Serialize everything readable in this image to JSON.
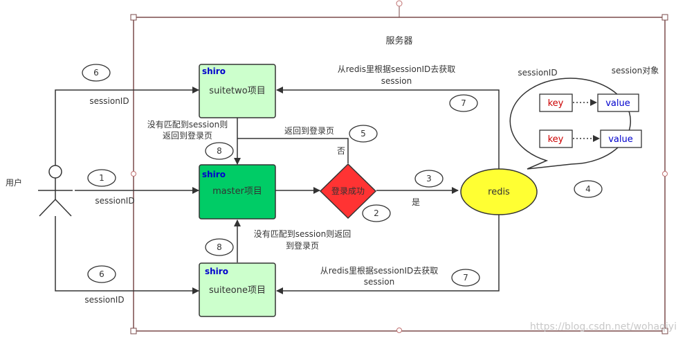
{
  "server_label": "服务器",
  "user_label": "用户",
  "nodes": {
    "suitetwo": {
      "tag": "shiro",
      "label": "suitetwo项目",
      "fill": "#ccffcc"
    },
    "master": {
      "tag": "shiro",
      "label": "master项目",
      "fill": "#00cc66"
    },
    "suiteone": {
      "tag": "shiro",
      "label": "suiteone项目",
      "fill": "#ccffcc"
    },
    "decision": {
      "label": "登录成功",
      "fill": "#ff3333"
    },
    "redis": {
      "label": "redis",
      "fill": "#ffff33"
    }
  },
  "edge_labels": {
    "user_to_suitetwo": "sessionID",
    "user_to_master": "sessionID",
    "user_to_suiteone": "sessionID",
    "redis_to_suitetwo_line1": "从redis里根据sessionID去获取",
    "redis_to_suitetwo_line2": "session",
    "redis_to_suiteone_line1": "从redis里根据sessionID去获取",
    "redis_to_suiteone_line2": "session",
    "suitetwo_to_master_line1": "没有匹配到session则",
    "suitetwo_to_master_line2": "返回到登录页",
    "suiteone_to_master_line1": "没有匹配到session则返回",
    "suiteone_to_master_line2": "到登录页",
    "decision_back_top": "返回到登录页",
    "decision_no": "否",
    "decision_yes": "是"
  },
  "step_numbers": {
    "s6_top": "6",
    "s1": "1",
    "s6_bottom": "6",
    "s8_top": "8",
    "s8_bottom": "8",
    "s5": "5",
    "s2": "2",
    "s3": "3",
    "s7_top": "7",
    "s7_bottom": "7",
    "s4": "4"
  },
  "callout": {
    "title_left": "sessionID",
    "title_right": "session对象",
    "rows": [
      {
        "key": "key",
        "value": "value"
      },
      {
        "key": "key",
        "value": "value"
      }
    ],
    "key_color": "#cc0000",
    "value_color": "#0000cc"
  },
  "shiro_color": "#0000cc",
  "watermark": "https://blog.csdn.net/wohaqiyi"
}
